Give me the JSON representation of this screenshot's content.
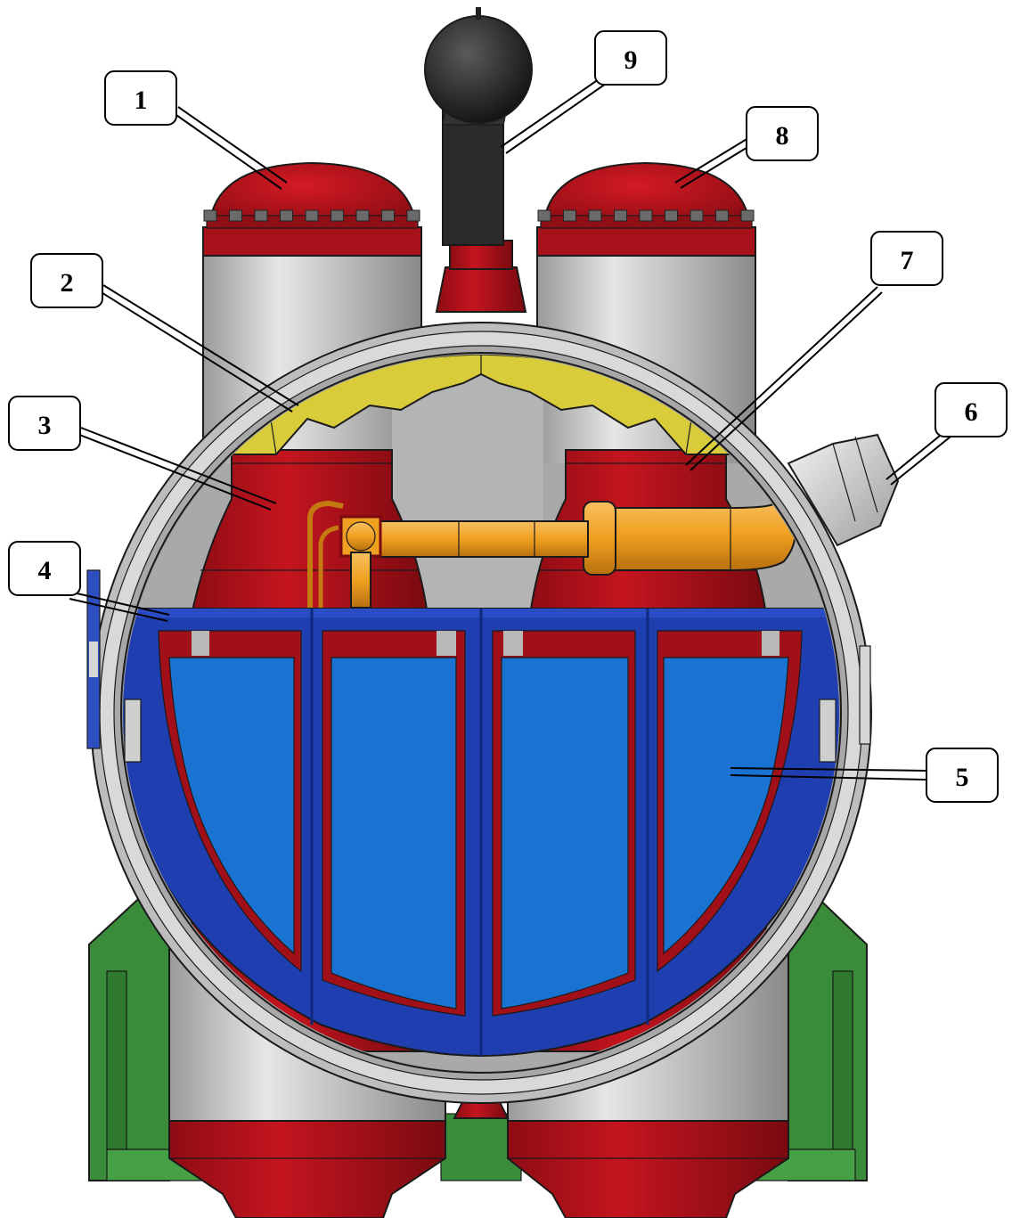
{
  "diagram": {
    "callouts": [
      {
        "id": "1",
        "label": "1"
      },
      {
        "id": "2",
        "label": "2"
      },
      {
        "id": "3",
        "label": "3"
      },
      {
        "id": "4",
        "label": "4"
      },
      {
        "id": "5",
        "label": "5"
      },
      {
        "id": "6",
        "label": "6"
      },
      {
        "id": "7",
        "label": "7"
      },
      {
        "id": "8",
        "label": "8"
      },
      {
        "id": "9",
        "label": "9"
      }
    ],
    "colors": {
      "vessel_red": "#b5121b",
      "dark_red": "#7a0a10",
      "steel_gray": "#c8c8c8",
      "yellow": "#d9cc3a",
      "orange": "#f0a020",
      "blue_frame": "#1f3fb0",
      "blue_panel": "#1a73d1",
      "green_support": "#3a8c3a",
      "black_ball": "#2a2a2a"
    }
  }
}
